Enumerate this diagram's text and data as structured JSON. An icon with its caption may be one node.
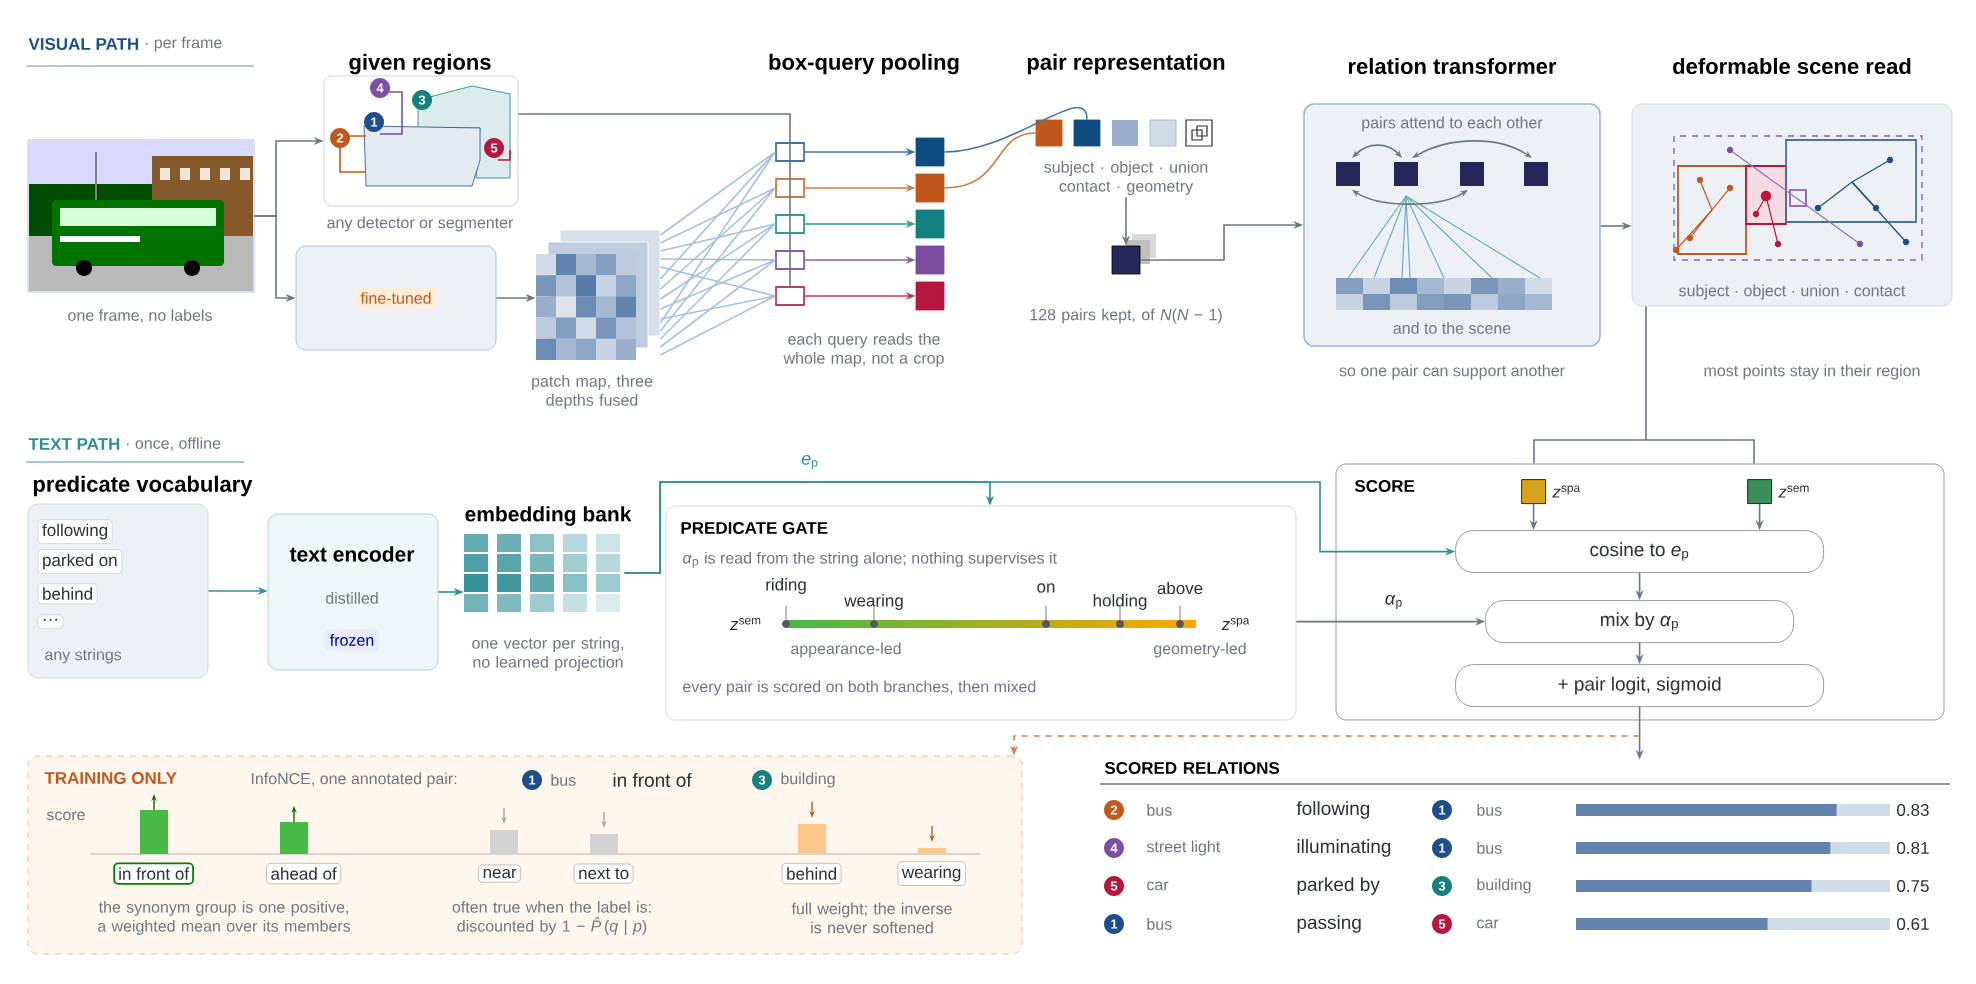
{
  "diagram": {
    "nodes": [
      {
        "text": [],
        "shape": "picture",
        "beside": [
          "one frame, no labels"
        ]
      },
      {
        "text": [
          "given regions"
        ],
        "beside": [
          "any detector or segmenter"
        ]
      },
      {
        "text": [
          "fine-tuned"
        ]
      },
      {
        "text": [],
        "shape": "picture",
        "beside": [
          "patch map, three depths fused"
        ]
      },
      {
        "text": [],
        "shape": "box"
      },
      {
        "text": [],
        "shape": "box"
      },
      {
        "text": [],
        "shape": "box"
      },
      {
        "text": [],
        "shape": "box"
      },
      {
        "text": [],
        "shape": "box"
      },
      {
        "text": [],
        "shape": "box"
      },
      {
        "text": [],
        "shape": "box"
      },
      {
        "text": [],
        "shape": "box"
      },
      {
        "text": [],
        "shape": "box"
      },
      {
        "text": [],
        "shape": "box"
      },
      {
        "text": [],
        "shape": "box"
      },
      {
        "text": [],
        "shape": "box"
      },
      {
        "text": [],
        "shape": "box",
        "beside": [
          "128 pairs kept, of *N*(*N* − 1)"
        ]
      },
      {
        "text": [
          "relation transformer",
          "pairs attend to each other",
          "and to the scene"
        ],
        "beside": [
          "so one pair can support another"
        ]
      },
      {
        "text": [
          "deformable scene read",
          "subject · object · union · contact"
        ],
        "beside": [
          "most points stay in their region"
        ]
      },
      {
        "text": [
          "any strings"
        ]
      },
      {
        "text": [
          "following"
        ],
        "in": 19
      },
      {
        "text": [
          "parked on"
        ],
        "in": 19
      },
      {
        "text": [
          "behind"
        ],
        "in": 19
      },
      {
        "text": [
          "···"
        ],
        "in": 19
      },
      {
        "text": [
          "text encoder",
          "distilled",
          "frozen"
        ]
      },
      {
        "text": [
          "embedding bank"
        ],
        "beside": [
          "one vector per string, no learned projection"
        ]
      },
      {
        "text": [
          "PREDICATE GATE",
          "*α*$_{p}$ is read from the string alone; nothing supervises it",
          "every pair is scored on both branches, then mixed"
        ]
      },
      {
        "text": [
          "SCORE"
        ]
      },
      {
        "text": [],
        "shape": "box",
        "in": 27,
        "beside": [
          "*z*$^{spa}$"
        ]
      },
      {
        "text": [],
        "shape": "box",
        "in": 27,
        "beside": [
          "*z*$^{sem}$"
        ]
      },
      {
        "text": [
          "cosine to *e*$_{p}$"
        ],
        "in": 27
      },
      {
        "text": [
          "mix by *α*$_{p}$"
        ],
        "in": 27
      },
      {
        "text": [
          "+ pair logit, sigmoid"
        ],
        "in": 27
      },
      {
        "text": [
          "SCORED RELATIONS"
        ]
      },
      {
        "text": [
          "TRAINING ONLY"
        ]
      },
      {
        "text": [
          "in front of"
        ],
        "in": 34
      },
      {
        "text": [
          "ahead of"
        ],
        "in": 34
      },
      {
        "text": [
          "near"
        ],
        "in": 34
      },
      {
        "text": [
          "next to"
        ],
        "in": 34
      },
      {
        "text": [
          "behind"
        ],
        "in": 34
      },
      {
        "text": [
          "wearing"
        ],
        "in": 34
      },
      {
        "text": [
          "subject · object · union contact · geometry"
        ]
      }
    ],
    "edges": [
      {
        "from": 0,
        "to": 1,
        "arrow": "to"
      },
      {
        "from": 0,
        "to": 2,
        "arrow": "to"
      },
      {
        "from": 2,
        "to": 3,
        "arrow": "to"
      },
      {
        "from": 1,
        "to": 4,
        "arrow": "none"
      },
      {
        "from": 3,
        "to": 4,
        "arrow": "none",
        "color": "#a9c1dc"
      },
      {
        "from": 3,
        "to": 5,
        "arrow": "none",
        "color": "#a9c1dc"
      },
      {
        "from": 3,
        "to": 6,
        "arrow": "none",
        "color": "#a9c1dc"
      },
      {
        "from": 3,
        "to": 7,
        "arrow": "none",
        "color": "#a9c1dc"
      },
      {
        "from": 3,
        "to": 8,
        "arrow": "none",
        "color": "#a9c1dc"
      },
      {
        "from": 4,
        "to": 9,
        "arrow": "to",
        "color": "#3d73ad"
      },
      {
        "from": 5,
        "to": 10,
        "arrow": "to",
        "color": "#d27a3e"
      },
      {
        "from": 6,
        "to": 11,
        "arrow": "to",
        "color": "#2f9a98"
      },
      {
        "from": 7,
        "to": 12,
        "arrow": "to",
        "color": "#8a5cb0"
      },
      {
        "from": 8,
        "to": 13,
        "arrow": "to",
        "color": "#c23a5a"
      },
      {
        "from": 9,
        "to": 15,
        "arrow": "none",
        "color": "#3d73ad"
      },
      {
        "from": 10,
        "to": 14,
        "arrow": "none",
        "color": "#d27a3e"
      },
      {
        "from": 41,
        "to": 16,
        "arrow": "to"
      },
      {
        "from": 16,
        "to": 17,
        "arrow": "to"
      },
      {
        "from": 17,
        "to": 18,
        "arrow": "to"
      },
      {
        "from": 18,
        "to": 27,
        "arrow": "none"
      },
      {
        "from": 19,
        "to": 24,
        "arrow": "to",
        "color": "#2f8f96"
      },
      {
        "from": 24,
        "to": 25,
        "arrow": "to",
        "color": "#2f8f96"
      },
      {
        "from": 25,
        "to": 26,
        "arrow": "to",
        "label": "*e*$_{p}$",
        "color": "#2f8f96"
      },
      {
        "from": 25,
        "to": 30,
        "arrow": "to",
        "color": "#2f8f96"
      },
      {
        "from": 26,
        "to": 31,
        "arrow": "to",
        "label": "*α*$_{p}$"
      },
      {
        "from": 28,
        "to": 30,
        "arrow": "to"
      },
      {
        "from": 29,
        "to": 30,
        "arrow": "to"
      },
      {
        "from": 30,
        "to": 31,
        "arrow": "to"
      },
      {
        "from": 31,
        "to": 32,
        "arrow": "to"
      },
      {
        "from": 32,
        "to": 33,
        "arrow": "to"
      },
      {
        "from": 32,
        "to": 34,
        "arrow": "to",
        "style": "dashed",
        "color": "#e07b4f"
      },
      {
        "from": 1,
        "to": 5,
        "arrow": "none"
      },
      {
        "from": 1,
        "to": 6,
        "arrow": "none"
      },
      {
        "from": 1,
        "to": 7,
        "arrow": "none"
      },
      {
        "from": 1,
        "to": 8,
        "arrow": "none"
      }
    ],
    "labels": [
      "VISUAL PATH",
      "· per frame",
      "4",
      "3",
      "1",
      "2",
      "5",
      "box-query pooling",
      "each query reads the whole map, not a crop",
      "pair representation",
      "TEXT PATH",
      "· once, offline",
      "riding",
      "wearing",
      "on",
      "holding",
      "above",
      "*z*$^{sem}$",
      "*z*$^{spa}$",
      "appearance-led",
      "geometry-led",
      "InfoNCE, one annotated pair:",
      "1",
      "bus",
      "in front of",
      "3",
      "building",
      "score",
      "the synonym group is one positive, a weighted mean over its members",
      "often true when the label is: discounted by 1 − *P̂*(*q* | *p*)",
      "full weight; the inverse is never softened",
      "2",
      "bus",
      "following",
      "1",
      "bus",
      "0.83",
      "4",
      "street light",
      "illuminating",
      "1",
      "bus",
      "0.81",
      "5",
      "car",
      "parked by",
      "3",
      "building",
      "0.75",
      "1",
      "bus",
      "passing",
      "5",
      "car",
      "0.61",
      "predicate vocabulary"
    ]
  }
}
